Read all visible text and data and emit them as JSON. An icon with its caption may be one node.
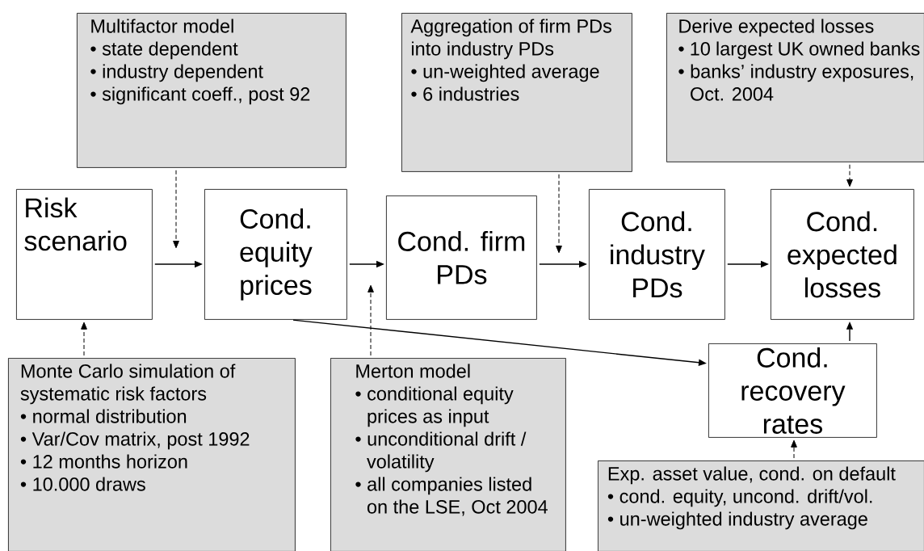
{
  "diagram": {
    "nodes": [
      {
        "text": [
          "Multifactor model",
          "• state dependent",
          "• industry dependent",
          "• significant coeff., post 92"
        ]
      },
      {
        "text": [
          "Aggregation of firm PDs into industry PDs",
          "• un-weighted average",
          "• 6 industries"
        ]
      },
      {
        "text": [
          "Derive expected losses",
          "• 10 largest UK owned banks",
          "• banks’ industry exposures, Oct. 2004"
        ]
      },
      {
        "text": [
          "Risk scenario"
        ]
      },
      {
        "text": [
          "Cond. equity prices"
        ]
      },
      {
        "text": [
          "Cond. firm PDs"
        ]
      },
      {
        "text": [
          "Cond. industry PDs"
        ]
      },
      {
        "text": [
          "Cond. expected losses"
        ]
      },
      {
        "text": [
          "Cond. recovery rates"
        ]
      },
      {
        "text": [
          "Monte Carlo simulation of systematic risk factors",
          "• normal distribution",
          "• Var/Cov matrix, post 1992",
          "• 12 months horizon",
          "• 10.000 draws"
        ]
      },
      {
        "text": [
          "Merton model",
          "• conditional equity prices as input",
          "• unconditional drift / volatility",
          "• all companies listed on the LSE, Oct 2004"
        ]
      },
      {
        "text": [
          "Exp. asset value, cond. on default",
          "• cond. equity, uncond. drift/vol.",
          "• un-weighted industry average"
        ]
      }
    ],
    "edges": [
      {
        "from": 3,
        "to": 4,
        "arrow": "to"
      },
      {
        "from": 4,
        "to": 5,
        "arrow": "to"
      },
      {
        "from": 5,
        "to": 6,
        "arrow": "to"
      },
      {
        "from": 6,
        "to": 7,
        "arrow": "to"
      },
      {
        "from": 4,
        "to": 8,
        "arrow": "to"
      },
      {
        "from": 8,
        "to": 7,
        "arrow": "to"
      },
      {
        "from": 0,
        "to": null,
        "arrow": "to",
        "style": "dashed"
      },
      {
        "from": 1,
        "to": null,
        "arrow": "to",
        "style": "dashed"
      },
      {
        "from": 2,
        "to": 7,
        "arrow": "to",
        "style": "dashed"
      },
      {
        "from": 9,
        "to": 3,
        "arrow": "to",
        "style": "dashed"
      },
      {
        "from": 10,
        "to": null,
        "arrow": "to",
        "style": "dashed"
      },
      {
        "from": 11,
        "to": 8,
        "arrow": "to",
        "style": "dashed"
      }
    ]
  }
}
